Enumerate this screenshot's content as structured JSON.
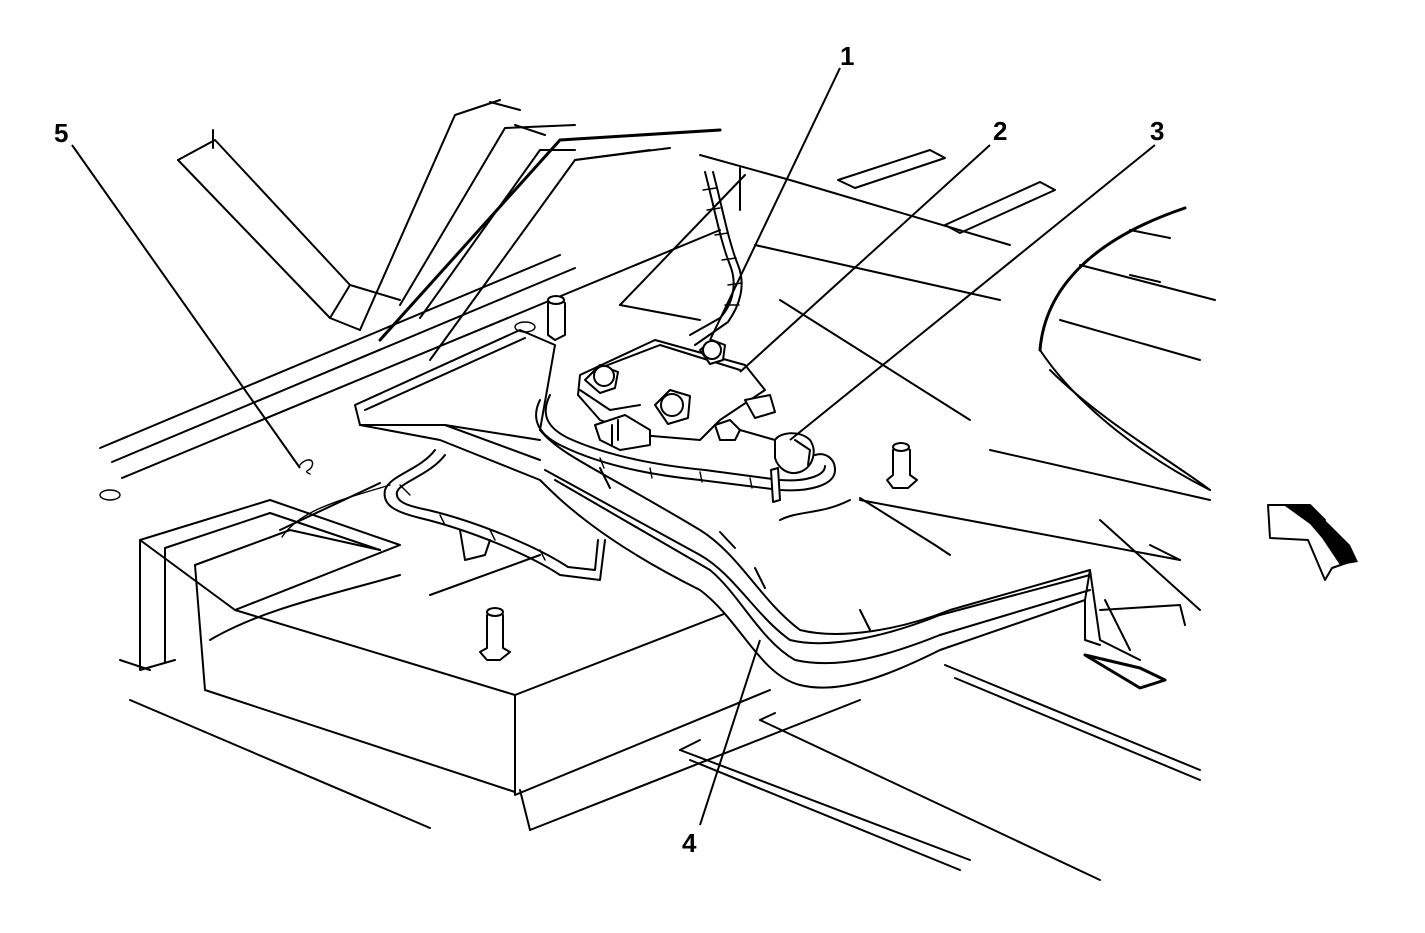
{
  "callouts": [
    {
      "id": "1",
      "label": "1"
    },
    {
      "id": "2",
      "label": "2"
    },
    {
      "id": "3",
      "label": "3"
    },
    {
      "id": "4",
      "label": "4"
    },
    {
      "id": "5",
      "label": "5"
    }
  ],
  "icons": {
    "direction_arrow": "forward-direction-arrow-icon"
  }
}
